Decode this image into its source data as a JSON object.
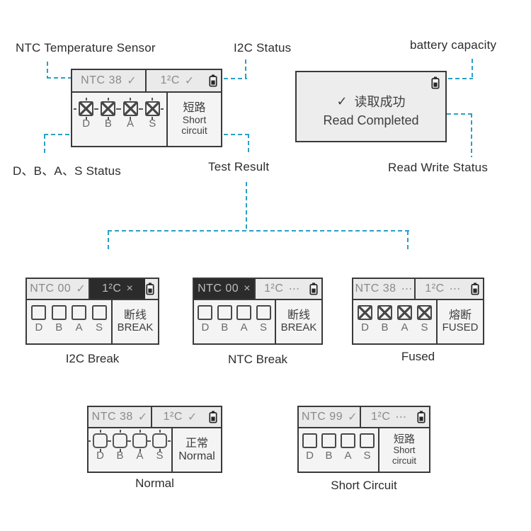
{
  "colors": {
    "accent_dash": "#2aa0c6",
    "display_border": "#3a3a3a",
    "dark_cell_bg": "#2b2b2b",
    "header_bg": "#eaeaea",
    "body_bg": "#f4f4f4",
    "label_text": "#2d2d2d",
    "lcd_gray_text": "#8a8a8a"
  },
  "labels": {
    "ntc_sensor": "NTC Temperature Sensor",
    "i2c_status": "I2C Status",
    "battery_capacity": "battery capacity",
    "dbas_status": "D、B、A、S Status",
    "test_result": "Test Result",
    "read_write_status": "Read Write Status"
  },
  "pin_letters": [
    "D",
    "B",
    "A",
    "S"
  ],
  "icons": {
    "battery": "battery-icon",
    "check": "✓",
    "cross": "×",
    "dots": "⋯"
  },
  "displays": {
    "main": {
      "header_left": {
        "text": "NTC 38",
        "status": "✓"
      },
      "header_right": {
        "text": "1²C",
        "status": "✓"
      },
      "pin_style": "crossed-dashed",
      "status_lines": [
        "短路",
        "Short",
        "circuit"
      ]
    },
    "read": {
      "check": "✓",
      "line_zh": "读取成功",
      "line_en": "Read Completed"
    },
    "i2c_break": {
      "header_left": {
        "text": "NTC 00",
        "status": "✓"
      },
      "header_right": {
        "text": "1²C",
        "status": "×",
        "dark": true
      },
      "pin_style": "empty",
      "status_lines": [
        "断线",
        "BREAK"
      ],
      "caption": "I2C Break"
    },
    "ntc_break": {
      "header_left": {
        "text": "NTC 00",
        "status": "×",
        "dark": true
      },
      "header_right": {
        "text": "1²C",
        "status": "⋯"
      },
      "pin_style": "empty",
      "status_lines": [
        "断线",
        "BREAK"
      ],
      "caption": "NTC Break"
    },
    "fused": {
      "header_left": {
        "text": "NTC 38",
        "status": "⋯"
      },
      "header_right": {
        "text": "1²C",
        "status": "⋯"
      },
      "pin_style": "crossed",
      "status_lines": [
        "熔断",
        "FUSED"
      ],
      "caption": "Fused"
    },
    "normal": {
      "header_left": {
        "text": "NTC 38",
        "status": "✓"
      },
      "header_right": {
        "text": "1²C",
        "status": "✓"
      },
      "pin_style": "dashed-empty",
      "status_lines": [
        "正常",
        "Normal"
      ],
      "caption": "Normal"
    },
    "short_circuit": {
      "header_left": {
        "text": "NTC 99",
        "status": "✓"
      },
      "header_right": {
        "text": "1²C",
        "status": "⋯"
      },
      "pin_style": "empty",
      "status_lines": [
        "短路",
        "Short",
        "circuit"
      ],
      "caption": "Short Circuit"
    }
  }
}
